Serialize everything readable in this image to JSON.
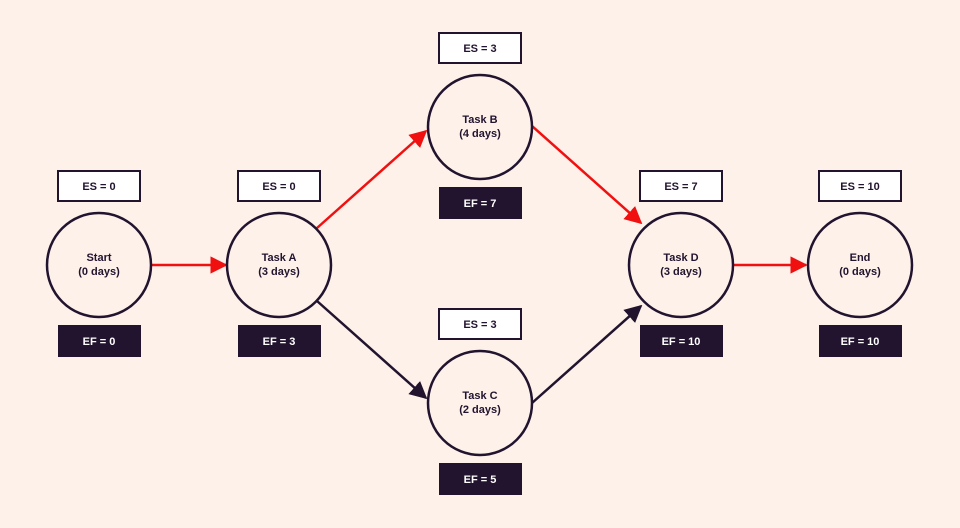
{
  "diagram": {
    "colors": {
      "background": "#fdf1ea",
      "node_fill": "#fdf1ea",
      "node_stroke": "#22132e",
      "es_box_fill": "#ffffff",
      "ef_box_fill": "#22132e",
      "critical_edge": "#f01010",
      "normal_edge": "#22132e"
    },
    "nodes": [
      {
        "id": "start",
        "name": "Start",
        "duration": "(0 days)",
        "es": "ES = 0",
        "ef": "EF = 0"
      },
      {
        "id": "task-a",
        "name": "Task A",
        "duration": "(3 days)",
        "es": "ES = 0",
        "ef": "EF = 3"
      },
      {
        "id": "task-b",
        "name": "Task B",
        "duration": "(4 days)",
        "es": "ES = 3",
        "ef": "EF = 7"
      },
      {
        "id": "task-c",
        "name": "Task C",
        "duration": "(2 days)",
        "es": "ES = 3",
        "ef": "EF = 5"
      },
      {
        "id": "task-d",
        "name": "Task D",
        "duration": "(3 days)",
        "es": "ES = 7",
        "ef": "EF = 10"
      },
      {
        "id": "end",
        "name": "End",
        "duration": "(0 days)",
        "es": "ES = 10",
        "ef": "EF = 10"
      }
    ],
    "edges": [
      {
        "from": "start",
        "to": "task-a",
        "critical": true
      },
      {
        "from": "task-a",
        "to": "task-b",
        "critical": true
      },
      {
        "from": "task-a",
        "to": "task-c",
        "critical": false
      },
      {
        "from": "task-b",
        "to": "task-d",
        "critical": true
      },
      {
        "from": "task-c",
        "to": "task-d",
        "critical": false
      },
      {
        "from": "task-d",
        "to": "end",
        "critical": true
      }
    ]
  }
}
